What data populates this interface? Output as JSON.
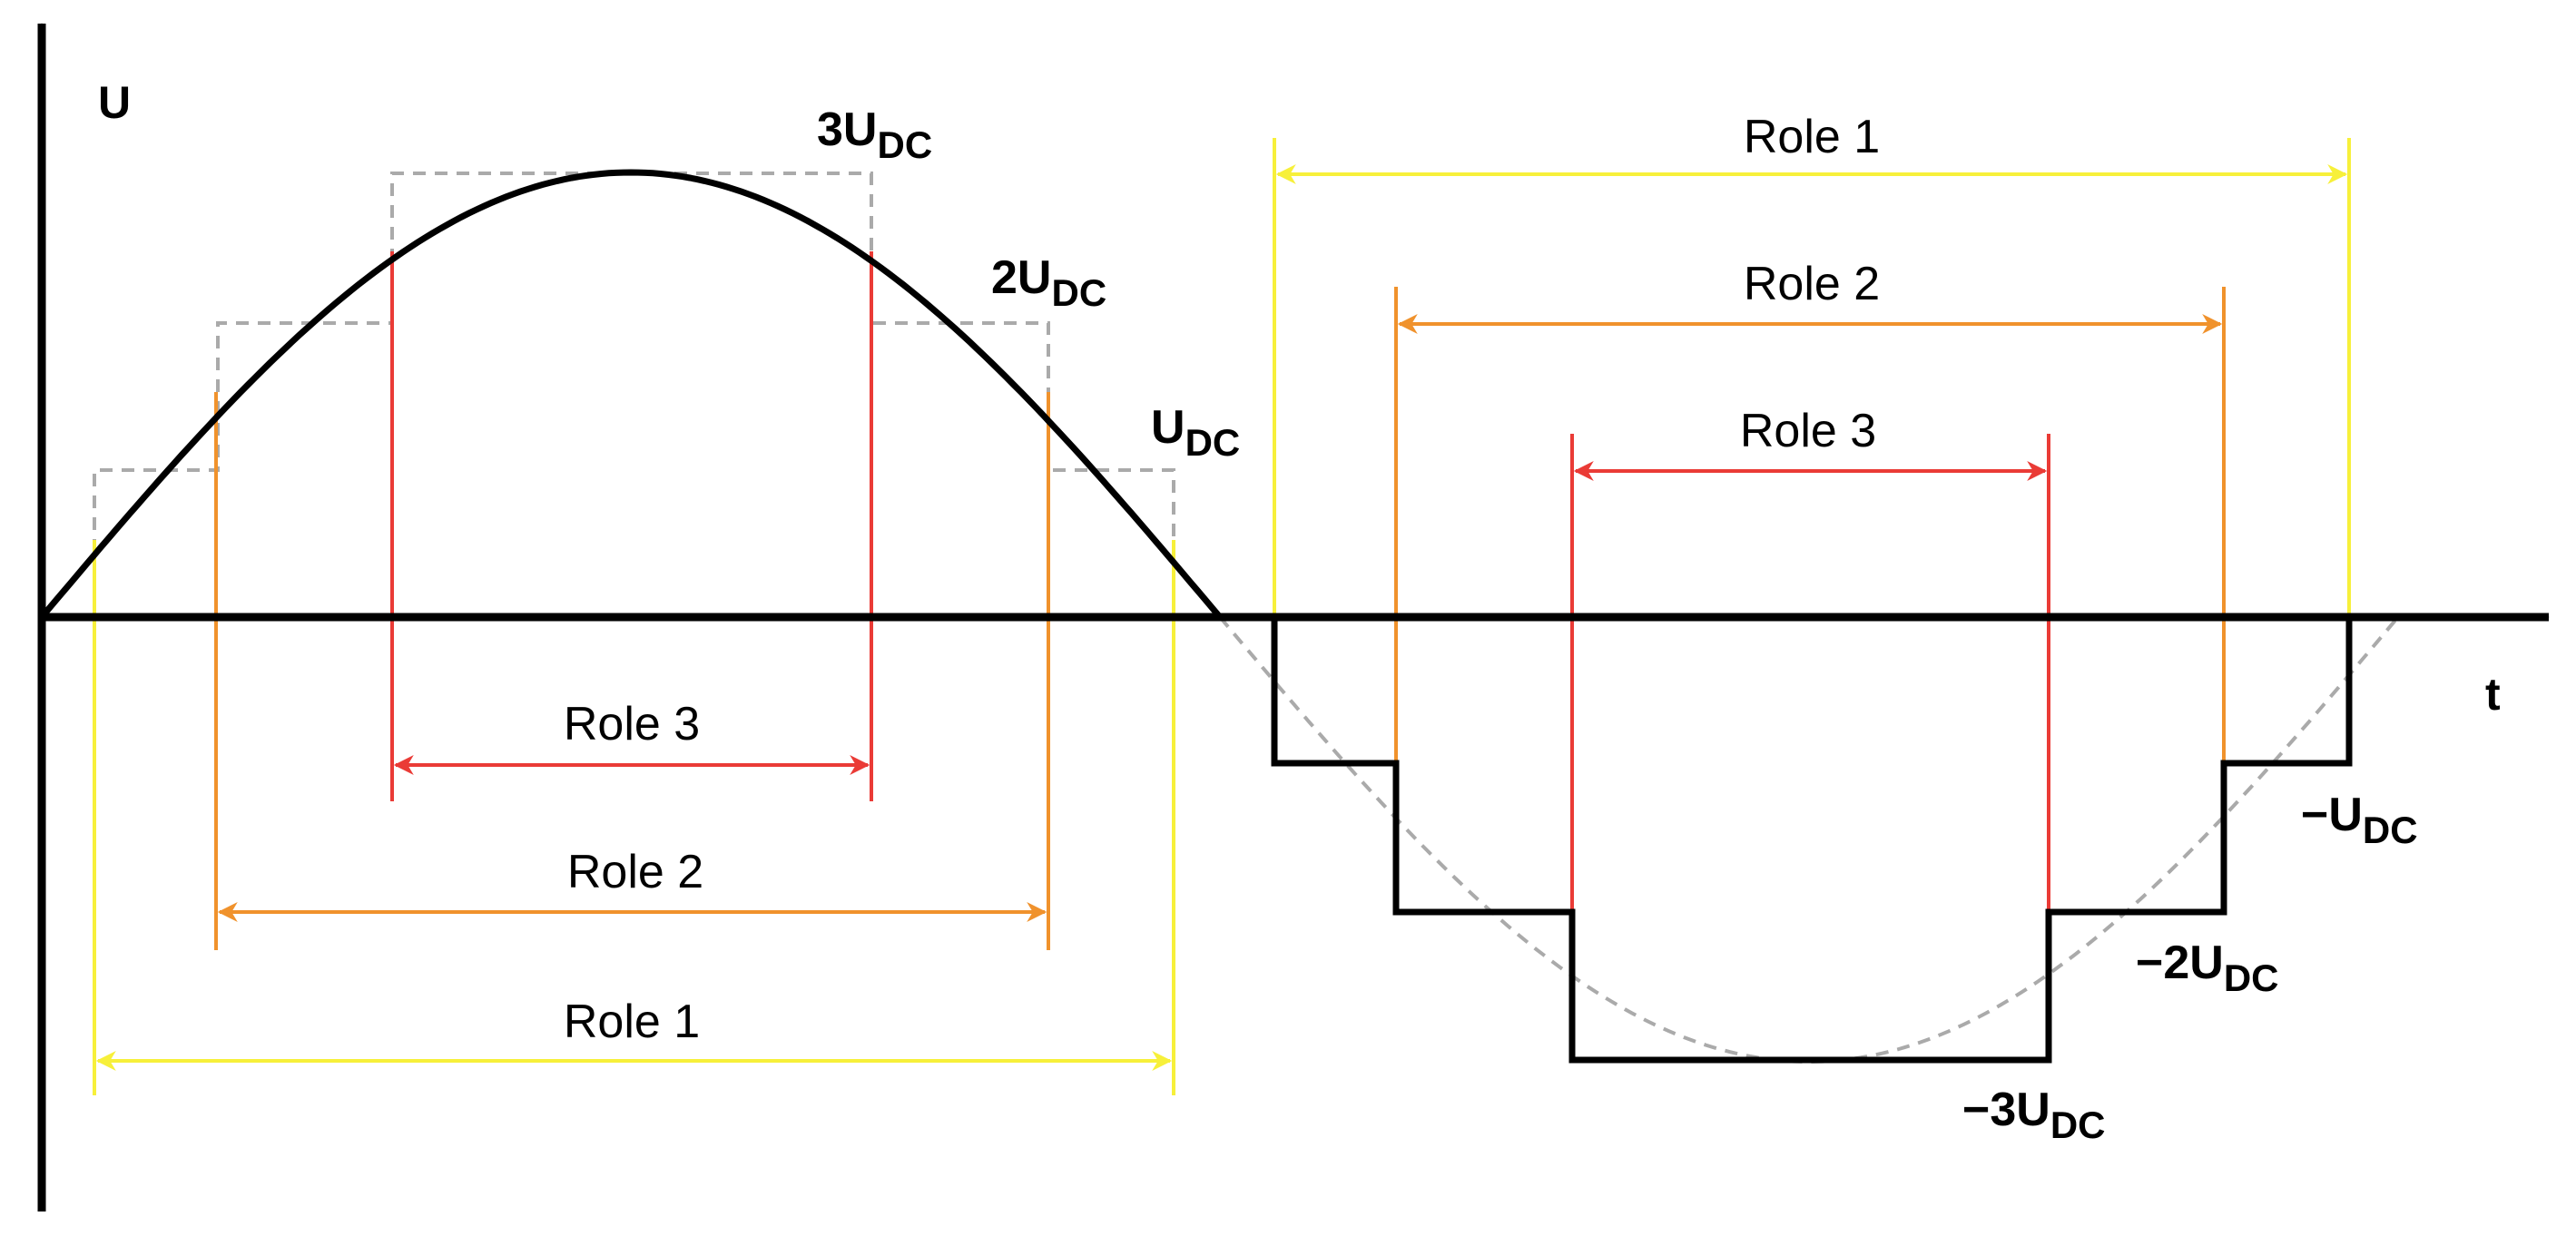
{
  "axes": {
    "y_label": "U",
    "x_label": "t"
  },
  "level_labels": {
    "pos3": {
      "main": "3U",
      "sub": "DC"
    },
    "pos2": {
      "main": "2U",
      "sub": "DC"
    },
    "pos1": {
      "main": "U",
      "sub": "DC"
    },
    "neg1": {
      "main": "−U",
      "sub": "DC"
    },
    "neg2": {
      "main": "−2U",
      "sub": "DC"
    },
    "neg3": {
      "main": "−3U",
      "sub": "DC"
    }
  },
  "roles": {
    "role1": "Role 1",
    "role2": "Role 2",
    "role3": "Role 3"
  },
  "colors": {
    "axis": "#000000",
    "sine": "#000000",
    "staircase_guide": "#aaaaaa",
    "role1": "#f7f03a",
    "role2": "#f0922c",
    "role3": "#ea3b36"
  }
}
